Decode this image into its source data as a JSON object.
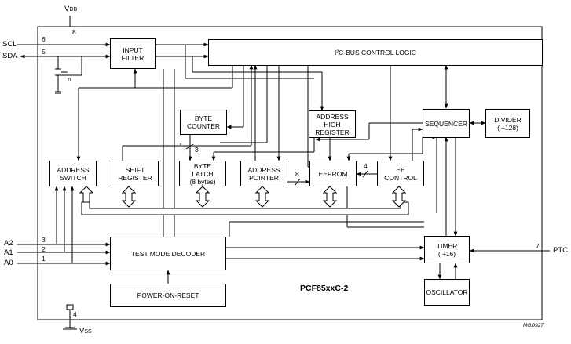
{
  "supply": {
    "vdd": "V",
    "vdd_sub": "DD",
    "vss": "V",
    "vss_sub": "SS",
    "vdd_pin": "8",
    "vss_pin": "4"
  },
  "pins": {
    "scl": "SCL",
    "sda": "SDA",
    "a2": "A2",
    "a1": "A1",
    "a0": "A0",
    "ptc": "PTC",
    "scl_num": "6",
    "sda_num": "5",
    "a2_num": "3",
    "a1_num": "2",
    "a0_num": "1",
    "ptc_num": "7"
  },
  "blocks": {
    "input_filter": [
      "INPUT",
      "FILTER"
    ],
    "i2c_control": [
      "I²C-BUS CONTROL LOGIC"
    ],
    "byte_counter": [
      "BYTE",
      "COUNTER"
    ],
    "address_high_register": [
      "ADDRESS",
      "HIGH",
      "REGISTER"
    ],
    "sequencer": [
      "SEQUENCER"
    ],
    "divider": [
      "DIVIDER",
      "( ÷128)"
    ],
    "address_switch": [
      "ADDRESS",
      "SWITCH"
    ],
    "shift_register": [
      "SHIFT",
      "REGISTER"
    ],
    "byte_latch": [
      "BYTE",
      "LATCH",
      "(8 bytes)"
    ],
    "address_pointer": [
      "ADDRESS",
      "POINTER"
    ],
    "eeprom": [
      "EEPROM"
    ],
    "ee_control": [
      "EE",
      "CONTROL"
    ],
    "test_mode_decoder": [
      "TEST MODE DECODER"
    ],
    "power_on_reset": [
      "POWER-ON-RESET"
    ],
    "timer": [
      "TIMER",
      "( ÷16)"
    ],
    "oscillator": [
      "OSCILLATOR"
    ]
  },
  "labels": {
    "n": "n",
    "bus3": "3",
    "bus8": "8",
    "bus4": "4",
    "chip_name": "PCF85xxC-2",
    "figure_ref": "MGD927"
  }
}
